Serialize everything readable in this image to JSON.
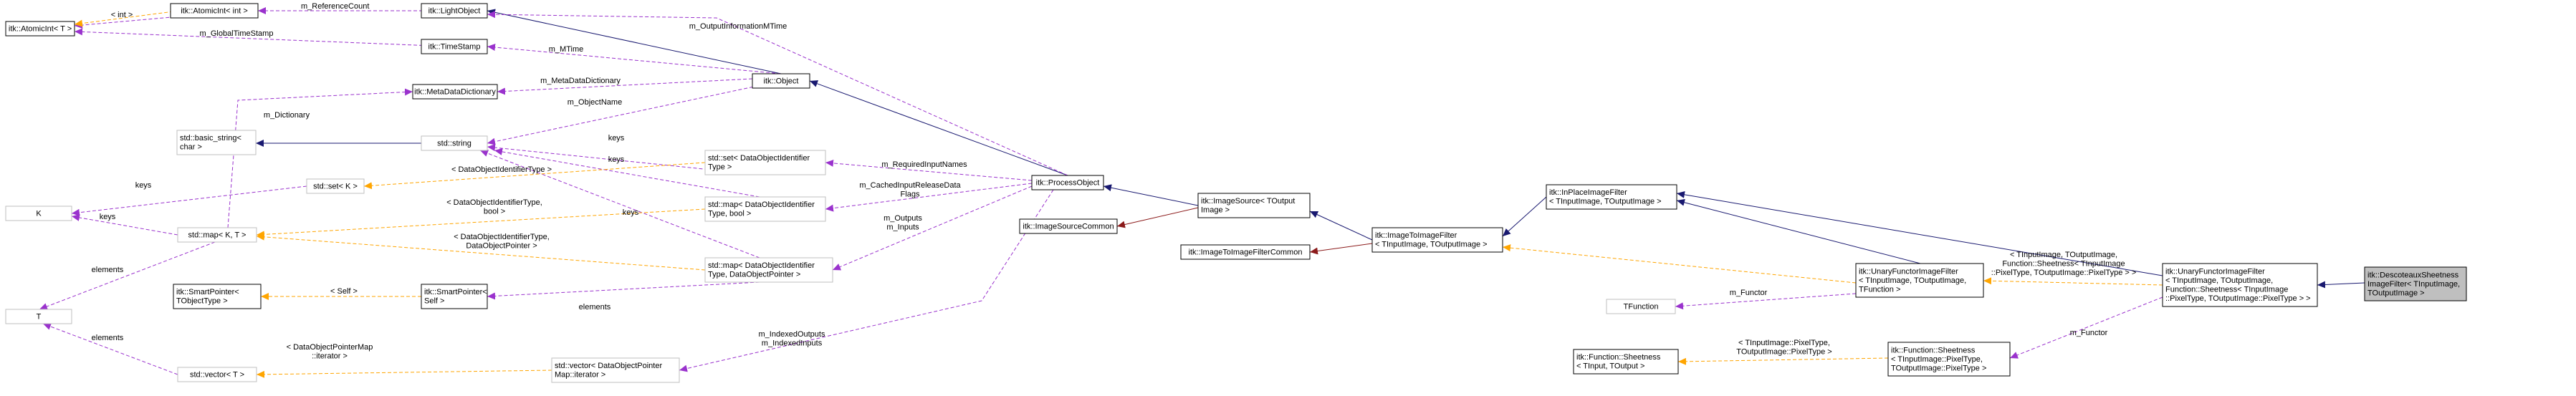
{
  "nodes": {
    "atomicint_t": [
      "itk::AtomicInt< T >"
    ],
    "atomicint_int": [
      "itk::AtomicInt< int >"
    ],
    "lightobject": [
      "itk::LightObject"
    ],
    "timestamp": [
      "itk::TimeStamp"
    ],
    "metadatadictionary": [
      "itk::MetaDataDictionary"
    ],
    "object": [
      "itk::Object"
    ],
    "basic_string": [
      "std::basic_string<",
      "char >"
    ],
    "std_string": [
      "std::string"
    ],
    "set_k": [
      "std::set< K >"
    ],
    "k": [
      "K"
    ],
    "map_kt": [
      "std::map< K, T >"
    ],
    "t": [
      "T"
    ],
    "smartpointer_tobject": [
      "itk::SmartPointer<",
      "TObjectType >"
    ],
    "smartpointer_self": [
      "itk::SmartPointer<",
      "Self >"
    ],
    "vector_t": [
      "std::vector< T >"
    ],
    "set_doi": [
      "std::set< DataObjectIdentifier",
      "Type >"
    ],
    "map_doi_bool": [
      "std::map< DataObjectIdentifier",
      "Type, bool >"
    ],
    "map_doi_dop": [
      "std::map< DataObjectIdentifier",
      "Type, DataObjectPointer >"
    ],
    "vector_dop": [
      "std::vector< DataObjectPointer",
      "Map::iterator >"
    ],
    "processobject": [
      "itk::ProcessObject"
    ],
    "imagesourcecommon": [
      "itk::ImageSourceCommon"
    ],
    "imagesource": [
      "itk::ImageSource< TOutput",
      "Image >"
    ],
    "imagetoimagefilter": [
      "itk::ImageToImageFilter",
      "< TInputImage, TOutputImage >"
    ],
    "imagetoimagefiltercommon": [
      "itk::ImageToImageFilterCommon"
    ],
    "inplaceimagefilter": [
      "itk::InPlaceImageFilter",
      "< TInputImage, TOutputImage >"
    ],
    "tfunction": [
      "TFunction"
    ],
    "unaryfunctorimagefilter": [
      "itk::UnaryFunctorImageFilter",
      "< TInputImage, TOutputImage,",
      " TFunction >"
    ],
    "function_sheetness": [
      "itk::Function::Sheetness",
      "< TInput, TOutput >"
    ],
    "function_sheetness_pt": [
      "itk::Function::Sheetness",
      "< TInputImage::PixelType,",
      " TOutputImage::PixelType >"
    ],
    "unaryfunctor_sheetness": [
      "itk::UnaryFunctorImageFilter",
      "< TInputImage, TOutputImage,",
      " Function::Sheetness< TInputImage",
      "::PixelType, TOutputImage::PixelType > >"
    ],
    "descoteaux": [
      "itk::DescoteauxSheetness",
      "ImageFilter< TInputImage,",
      " TOutputImage >"
    ]
  },
  "edge_labels": {
    "int": [
      "< int >"
    ],
    "reference_count": [
      "m_ReferenceCount"
    ],
    "global_timestamp": [
      "m_GlobalTimeStamp"
    ],
    "output_info_mtime": [
      "m_OutputInformationMTime"
    ],
    "mtime": [
      "m_MTime"
    ],
    "meta_dictionary": [
      "m_MetaDataDictionary"
    ],
    "dictionary": [
      "m_Dictionary"
    ],
    "object_name": [
      "m_ObjectName"
    ],
    "keys_string_set": [
      "keys"
    ],
    "keys_string_map_bool": [
      "keys"
    ],
    "keys_string_map_dop": [
      "keys"
    ],
    "doi_type": [
      "< DataObjectIdentifierType >"
    ],
    "doi_bool": [
      "< DataObjectIdentifierType,",
      "bool >"
    ],
    "doi_dop": [
      "< DataObjectIdentifierType,",
      "DataObjectPointer >"
    ],
    "keys_k_set": [
      "keys"
    ],
    "keys_k_map": [
      "keys"
    ],
    "elements_t_map": [
      "elements"
    ],
    "elements_t_vector": [
      "elements"
    ],
    "self": [
      "< Self >"
    ],
    "elements_sp": [
      "elements"
    ],
    "dop_map_iterator": [
      "< DataObjectPointerMap",
      "::iterator >"
    ],
    "required_input_names": [
      "m_RequiredInputNames"
    ],
    "cached_release": [
      "m_CachedInputReleaseData",
      "Flags"
    ],
    "outputs_inputs": [
      "m_Outputs",
      "m_Inputs"
    ],
    "indexed": [
      "m_IndexedOutputs",
      "m_IndexedInputs"
    ],
    "functor_1": [
      "m_Functor"
    ],
    "functor_2": [
      "m_Functor"
    ],
    "sheetness_tmpl": [
      "< TInputImage::PixelType,",
      "TOutputImage::PixelType >"
    ],
    "unary_tmpl": [
      "< TInputImage, TOutputImage,",
      "Function::Sheetness< TInputImage",
      "::PixelType, TOutputImage::PixelType > >"
    ]
  },
  "colors": {
    "inheritance": "#191970",
    "private_inheritance": "#8b1a1a",
    "usage": "#9a32cd",
    "template": "#ffa500",
    "highlight_fill": "#bfbfbf",
    "gray_border": "#bfbfbf"
  }
}
